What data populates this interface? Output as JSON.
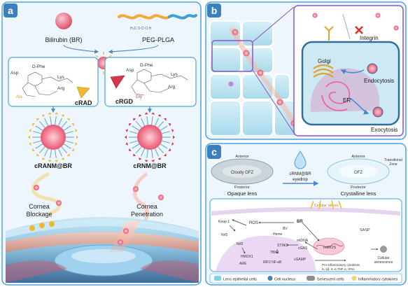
{
  "panel_a": {
    "letter": "a",
    "bilirubin": "Bilirubin (BR)",
    "peg_plga": "PEG-PLGA",
    "crad": "cRAD",
    "crgd": "cRGD",
    "residues": {
      "dphe": "D-Phe",
      "lys": "Lys",
      "asp": "Asp",
      "arg": "Arg",
      "ala": "Ala",
      "gly": "Gly"
    },
    "cranm": "cRANM@BR",
    "crnm": "cRNM@BR",
    "blockage_l1": "Cornea",
    "blockage_l2": "Blockage",
    "penetration_l1": "Cornea",
    "penetration_l2": "Penetration"
  },
  "panel_b": {
    "letter": "b",
    "integrin": "Integrin",
    "golgi": "Golgi",
    "endocytosis": "Endocytosis",
    "er": "ER",
    "exocytosis": "Exocytosis"
  },
  "panel_c": {
    "letter": "c",
    "anterior": "Anterior",
    "posterior": "Posterior",
    "cloudy": "Cloudy OFZ",
    "ofz": "OFZ",
    "transitional_l1": "Transitional",
    "transitional_l2": "Zone",
    "eyedrop_l1": "cRNM@BR",
    "eyedrop_l2": "eyedrop",
    "opaque": "Opaque lens",
    "crystalline": "Crystalline lens",
    "cellular_stress": "Cellular stress",
    "sasp": "SASP",
    "senescence_l1": "Cellular",
    "senescence_l2": "senescence",
    "cytokines_l1": "Pro-inflammatory cytokines",
    "cytokines_l2": "IL-1β, IL-6,TNF-α, IFNs",
    "cgamp": "cGAMP",
    "mol": {
      "keap1": "Keap-1",
      "nrf2": "Nrf2",
      "nrf2b": "Nrf2",
      "ros": "ROS",
      "heme": "Heme",
      "br": "BR",
      "mtros": "mtROS",
      "mtdna": "mtDNA",
      "cgas": "cGAS",
      "sting": "STING",
      "tbk1": "TBK1",
      "hmox1": "HMOX1",
      "are": "ARE",
      "irf3": "IRF3 NF-κB",
      "bv": "BV"
    }
  },
  "legend": [
    {
      "label": "Lens epithelial cells",
      "color": "#7fd3e6"
    },
    {
      "label": "Cell nucleus",
      "color": "#4a7fb0"
    },
    {
      "label": "Senescent cells",
      "color": "#8e8e8e"
    },
    {
      "label": "Inflammatory cytokines",
      "color": "#f2d27a"
    }
  ],
  "colors": {
    "panel_border": "#4aa3e0",
    "panel_fill": "#eef6fd",
    "lens_cell": "#bfe6f2",
    "nanoparticle": "#f06d8a",
    "peptide_red": "#d2384a",
    "peptide_yellow": "#f0b82e",
    "er_pink": "#e46aa0",
    "purple_frame": "#8a56c8"
  }
}
